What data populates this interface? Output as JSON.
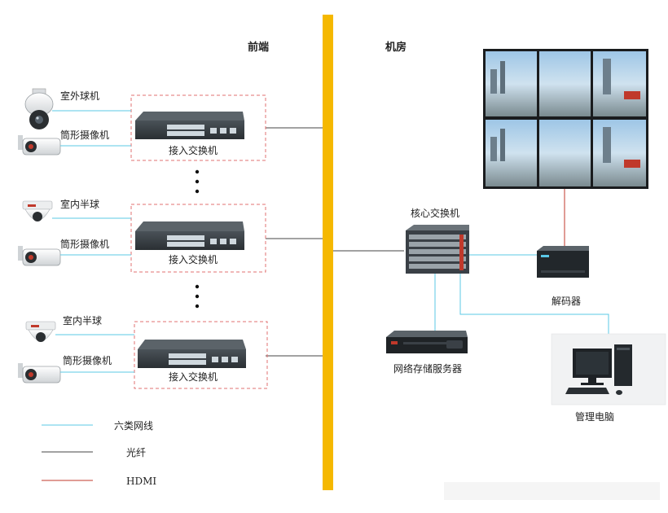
{
  "zones": {
    "front": "前端",
    "machine_room": "机房"
  },
  "groups": [
    {
      "cam1_label": "室外球机",
      "cam2_label": "筒形摄像机",
      "switch_label": "接入交换机"
    },
    {
      "cam1_label": "室内半球",
      "cam2_label": "筒形摄像机",
      "switch_label": "接入交换机"
    },
    {
      "cam1_label": "室内半球",
      "cam2_label": "筒形摄像机",
      "switch_label": "接入交换机"
    }
  ],
  "core": {
    "core_switch": "核心交换机",
    "decoder": "解码器",
    "storage": "网络存储服务器",
    "pc": "管理电脑"
  },
  "legend": [
    {
      "label": "六类网线",
      "color": "#5bc8e6"
    },
    {
      "label": "光纤",
      "color": "#444444"
    },
    {
      "label": "HDMI",
      "color": "#c0392b"
    }
  ],
  "colors": {
    "backbone": "#f5b800",
    "cat6": "#5bc8e6",
    "fiber": "#444444",
    "hdmi": "#c0392b",
    "dashed_box": "#e07070"
  }
}
